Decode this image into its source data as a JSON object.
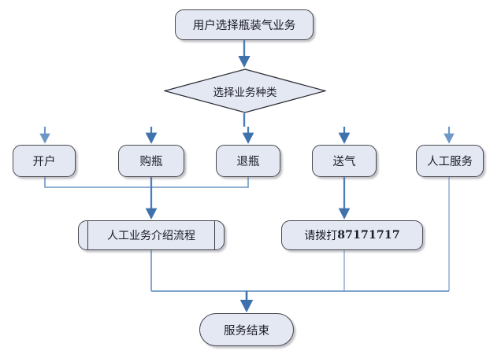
{
  "diagram": {
    "type": "flowchart",
    "title_node": "用户选择瓶装气业务",
    "theme": {
      "node_fill": "#e3e8f2",
      "node_stroke": "#4a4a52",
      "connector": "#4a7ebb",
      "connector_faded": "#a8bdd8",
      "text": "#1b1b29",
      "background": "#ffffff"
    },
    "nodes": {
      "start": {
        "label": "用户选择瓶装气业务",
        "shape": "rounded-rectangle"
      },
      "decision": {
        "label": "选择业务种类",
        "shape": "diamond"
      },
      "option1": {
        "label": "开户",
        "shape": "rounded-rectangle"
      },
      "option2": {
        "label": "购瓶",
        "shape": "rounded-rectangle"
      },
      "option3": {
        "label": "退瓶",
        "shape": "rounded-rectangle"
      },
      "option4": {
        "label": "送气",
        "shape": "rounded-rectangle"
      },
      "option5": {
        "label": "人工服务",
        "shape": "rounded-rectangle"
      },
      "manual_process": {
        "label": "人工业务介绍流程",
        "shape": "predefined-process"
      },
      "phone": {
        "label_prefix": "请拨打",
        "number": "87171717",
        "shape": "rounded-rectangle"
      },
      "end": {
        "label": "服务结束",
        "shape": "terminator"
      }
    },
    "edges": [
      {
        "from": "start",
        "to": "decision"
      },
      {
        "from": "decision",
        "to": "option1"
      },
      {
        "from": "decision",
        "to": "option2"
      },
      {
        "from": "decision",
        "to": "option3"
      },
      {
        "from": "decision",
        "to": "option4"
      },
      {
        "from": "decision",
        "to": "option5"
      },
      {
        "from": "option1",
        "to": "manual_process"
      },
      {
        "from": "option2",
        "to": "manual_process"
      },
      {
        "from": "option3",
        "to": "manual_process"
      },
      {
        "from": "option4",
        "to": "phone"
      },
      {
        "from": "manual_process",
        "to": "end"
      },
      {
        "from": "phone",
        "to": "end"
      },
      {
        "from": "option5",
        "to": "end"
      }
    ]
  }
}
